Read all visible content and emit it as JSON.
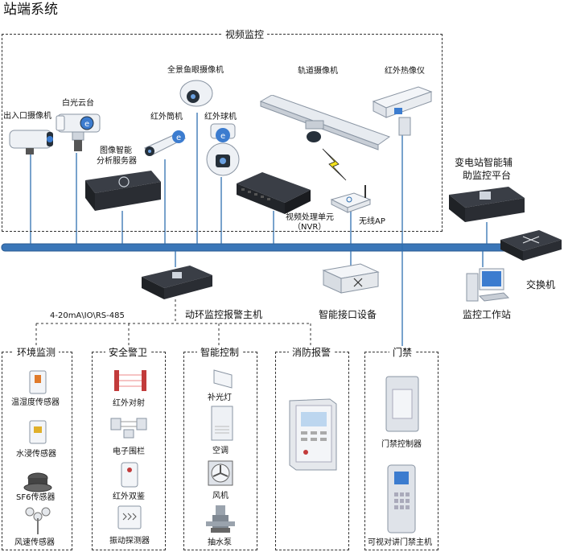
{
  "title": "站端系统",
  "groups": {
    "video": "视频监控",
    "env": "环境监测",
    "security": "安全警卫",
    "control": "智能控制",
    "fire": "消防报警",
    "access": "门禁"
  },
  "devices": {
    "entrance_camera": "出入口摄像机",
    "white_light_ptz": "白光云台",
    "fisheye_camera": "全景鱼眼摄像机",
    "rail_camera": "轨道摄像机",
    "thermal_imager": "红外热像仪",
    "ir_bullet": "红外筒机",
    "ir_dome": "红外球机",
    "image_analysis_1": "图像智能",
    "image_analysis_2": "分析服务器",
    "nvr_1": "视频处理单元",
    "nvr_2": "（NVR）",
    "wireless_ap": "无线AP",
    "platform_1": "变电站智能辅",
    "platform_2": "助监控平台",
    "switch": "交换机",
    "workstation": "监控工作站",
    "smart_interface": "智能接口设备",
    "env_host": "动环监控报警主机",
    "bus_protocol": "4-20mA\\IO\\RS-485"
  },
  "sensors": {
    "temp_humidity": "温湿度传感器",
    "water_leak": "水浸传感器",
    "sf6": "SF6传感器",
    "wind_speed": "风速传感器",
    "ir_beam": "红外对射",
    "electric_fence": "电子围栏",
    "ir_dual": "红外双鉴",
    "vibration": "振动探测器",
    "fill_light": "补光灯",
    "air_conditioner": "空调",
    "fan": "风机",
    "pump": "抽水泵",
    "access_controller": "门禁控制器",
    "video_intercom": "可视对讲门禁主机"
  },
  "colors": {
    "bus": "#3a76b8",
    "wire": "#2f6fb0",
    "device_dark": "#2a2d33",
    "camera_white": "#eef1f5"
  }
}
